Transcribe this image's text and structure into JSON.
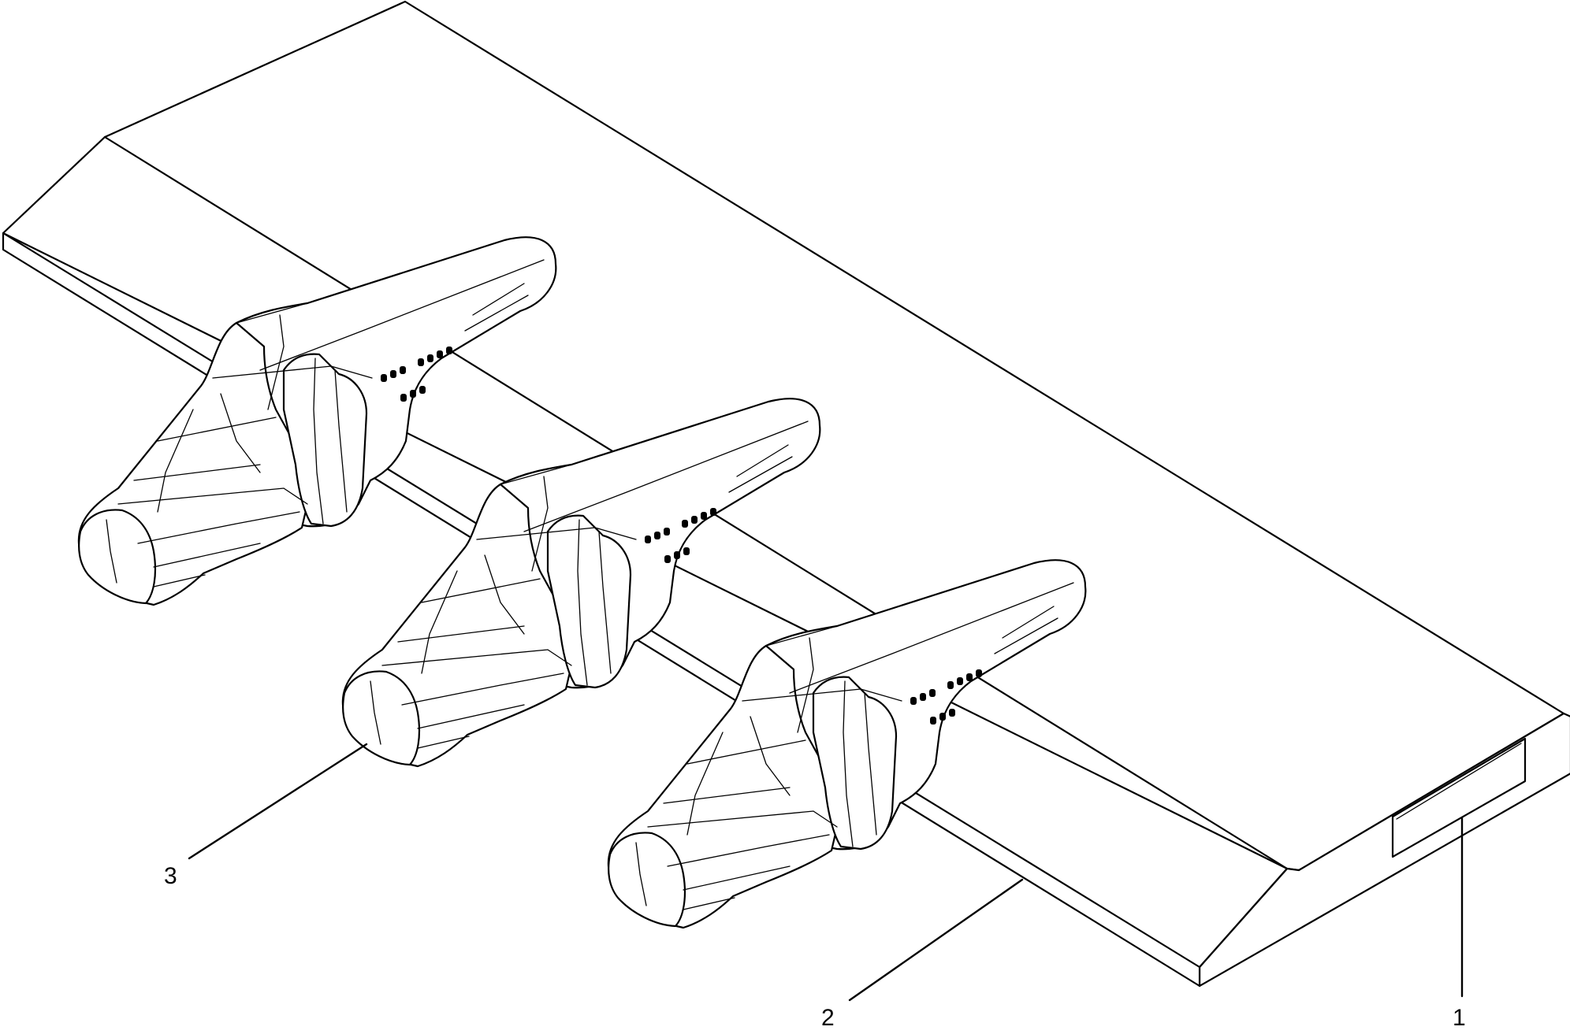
{
  "callouts": [
    {
      "id": "1",
      "label": "1"
    },
    {
      "id": "2",
      "label": "2"
    },
    {
      "id": "3",
      "label": "3"
    }
  ],
  "tooth_marking": "~~~",
  "colors": {
    "line": "#000000",
    "background": "#ffffff"
  }
}
